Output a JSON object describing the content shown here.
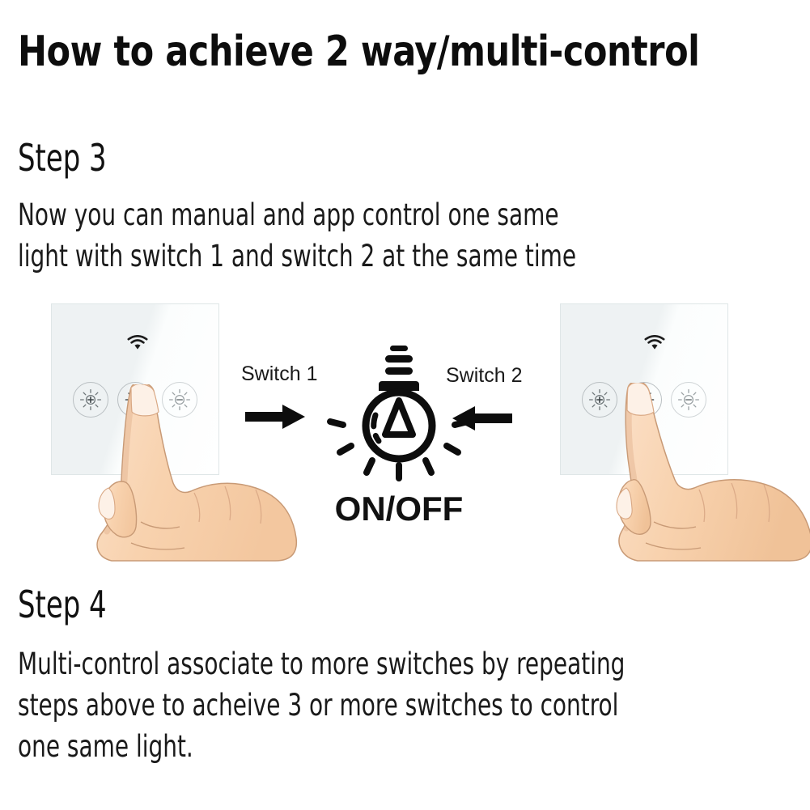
{
  "title": "How to achieve 2 way/multi-control",
  "steps": [
    {
      "heading": "Step 3",
      "body": "Now you can manual and app control one same\nlight with switch 1 and switch 2 at the same time"
    },
    {
      "heading": "Step 4",
      "body": "Multi-control associate to more switches by repeating\nsteps above to acheive 3 or more switches to control\none same light."
    }
  ],
  "diagram": {
    "left_panel": {
      "name": "switch-1-panel",
      "wifi_icon": "wifi-icon",
      "buttons": [
        {
          "icon": "brightness-up-icon",
          "state": "idle"
        },
        {
          "icon": "sun-icon",
          "state": "pressed"
        },
        {
          "icon": "brightness-down-icon",
          "state": "idle"
        }
      ],
      "hand_icon": "pointing-hand-icon"
    },
    "right_panel": {
      "name": "switch-2-panel",
      "wifi_icon": "wifi-icon",
      "buttons": [
        {
          "icon": "brightness-up-icon",
          "state": "idle"
        },
        {
          "icon": "sun-icon",
          "state": "pressed"
        },
        {
          "icon": "brightness-down-icon",
          "state": "idle"
        }
      ],
      "hand_icon": "pointing-hand-icon"
    },
    "left_label": "Switch 1",
    "right_label": "Switch 2",
    "left_arrow_icon": "arrow-right-icon",
    "right_arrow_icon": "arrow-left-icon",
    "bulb_icon": "light-bulb-icon",
    "bulb_caption": "ON/OFF"
  },
  "colors": {
    "background": "#ffffff",
    "text": "#111111",
    "panel_light": "#ffffff",
    "panel_shade": "#eef2f3",
    "panel_border": "#dfe6e7",
    "button_border": "#b9bfc2",
    "skin": "#f8d5b6",
    "skin_shadow": "#edbf9c",
    "skin_light": "#fde7d4",
    "nail": "#fdf0e8",
    "outline": "#0d0d0d"
  }
}
